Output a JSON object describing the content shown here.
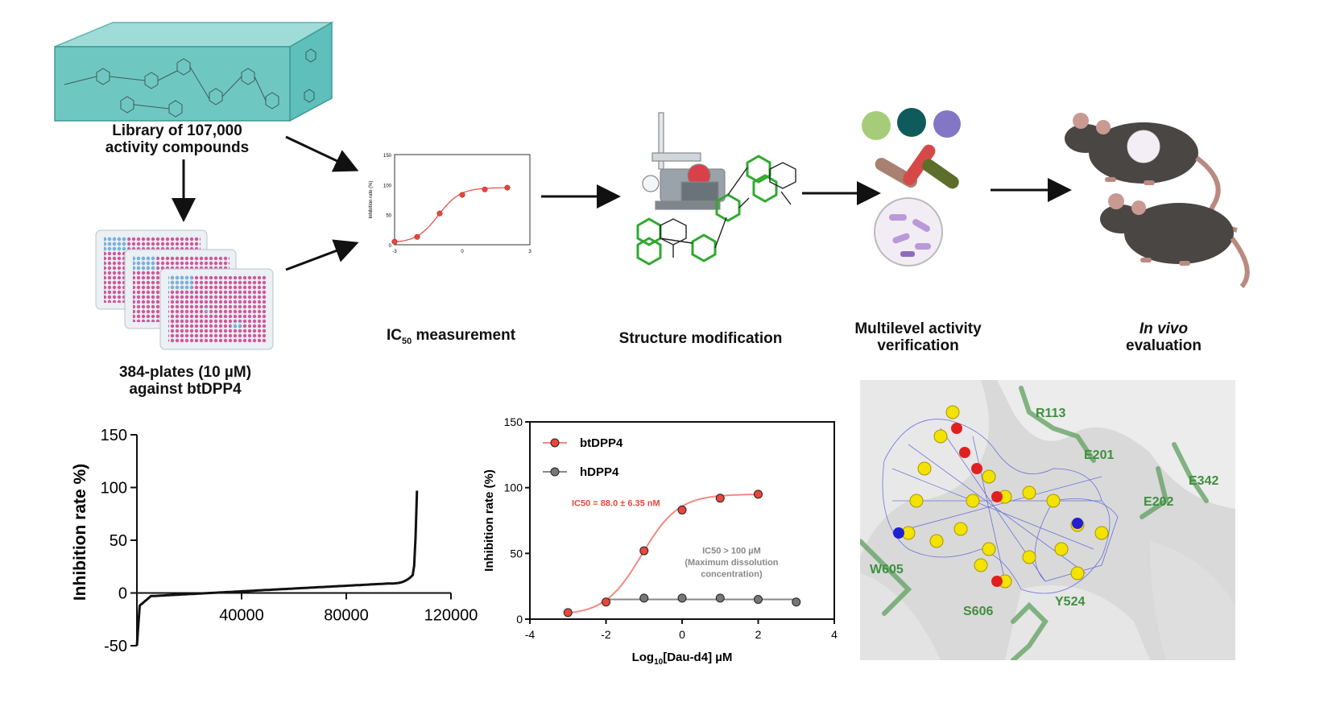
{
  "steps": {
    "library": "Library of 107,000\nactivity compounds",
    "plates": "384-plates (10 µM)\nagainst btDPP4",
    "ic50_pre": "IC",
    "ic50_sub": "50",
    "ic50_post": " measurement",
    "structure": "Structure modification",
    "multilevel": "Multilevel activity\nverification",
    "invivo_italic": "In vivo",
    "invivo_rest": "evaluation"
  },
  "small_chart": {
    "ylabel": "Inhibition rate (%)",
    "yticks": [
      "150",
      "100",
      "50",
      "0"
    ],
    "xticks": [
      "-3",
      "0",
      "3"
    ]
  },
  "screen_chart": {
    "type": "line",
    "ylabel": "Inhibition rate  %)",
    "yticks": [
      "150",
      "100",
      "50",
      "0",
      "-50"
    ],
    "xticks": [
      "40000",
      "80000",
      "120000"
    ],
    "xlim": [
      0,
      120000
    ],
    "ylim": [
      -50,
      150
    ]
  },
  "dose_chart": {
    "type": "line",
    "ylabel": "Inhibition rate (%)",
    "xlabel_pre": "Log",
    "xlabel_sub": "10",
    "xlabel_post": "[Dau-d4] µM",
    "yticks": [
      "150",
      "100",
      "50",
      "0"
    ],
    "xticks": [
      "-4",
      "-2",
      "0",
      "2",
      "4"
    ],
    "xlim": [
      -4,
      4
    ],
    "ylim": [
      0,
      150
    ],
    "series": [
      {
        "name": "btDPP4",
        "color": "#e8473c",
        "x": [
          -3,
          -2,
          -1,
          0,
          1,
          2
        ],
        "y": [
          5,
          13,
          52,
          83,
          92,
          95
        ]
      },
      {
        "name": "hDPP4",
        "color": "#777777",
        "x": [
          -1,
          0,
          1,
          2,
          3
        ],
        "y": [
          16,
          16,
          16,
          15,
          13
        ]
      }
    ],
    "annot_red": "IC50 = 88.0 ± 6.35 nM",
    "annot_gray_1": "IC50 > 100 µM",
    "annot_gray_2": "(Maximum dissolution",
    "annot_gray_3": "concentration)"
  },
  "residues": [
    "R113",
    "E201",
    "E342",
    "E202",
    "W605",
    "S606",
    "Y524"
  ],
  "colors": {
    "teal": "#6fc7c2",
    "pink": "#d4559b",
    "blue": "#6fb6de",
    "red": "#e8473c",
    "green": "#4caf50",
    "residue": "#3f8f3f"
  }
}
